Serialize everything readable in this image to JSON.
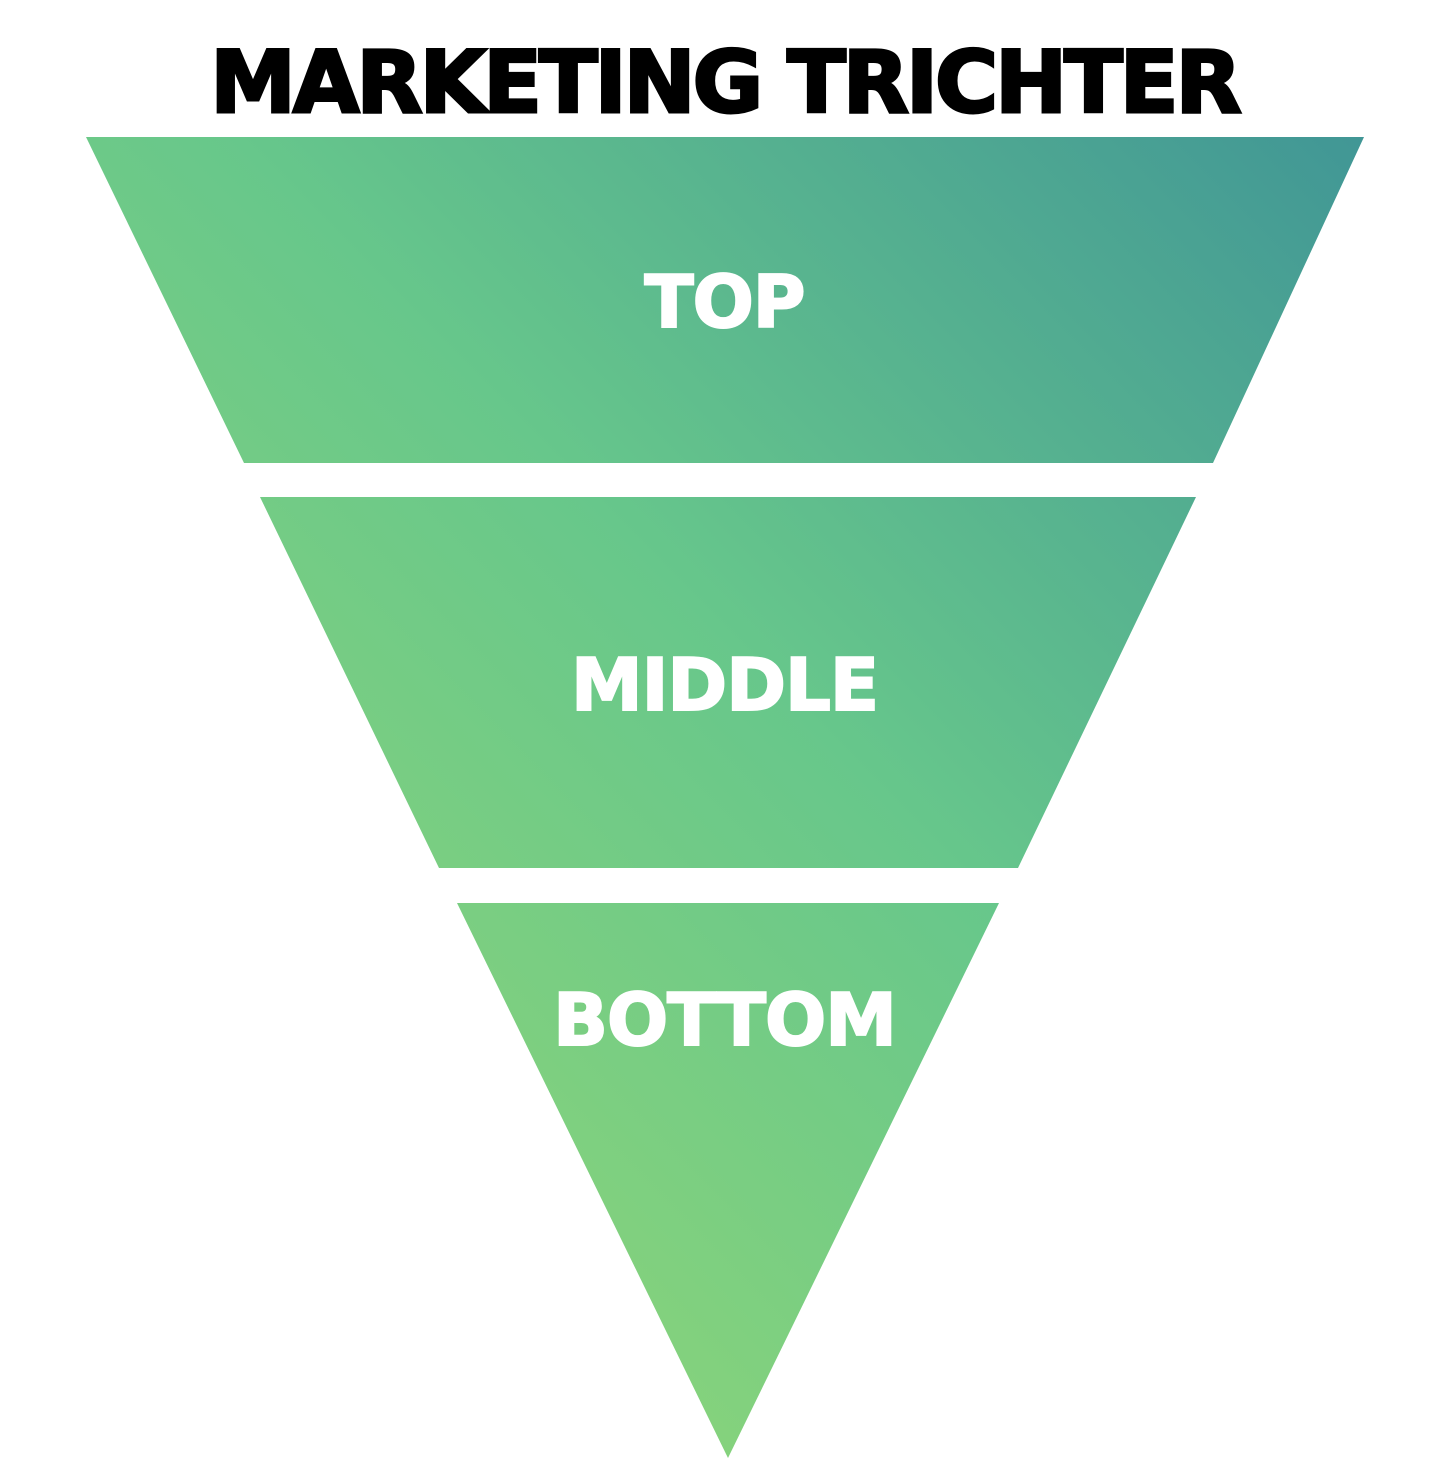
{
  "title": "MARKETING TRICHTER",
  "stages": [
    {
      "label": "TOP"
    },
    {
      "label": "MIDDLE"
    },
    {
      "label": "BOTTOM"
    }
  ],
  "colors": {
    "gradient_start": "#8fd677",
    "gradient_mid": "#66c78c",
    "gradient_end": "#409795",
    "label_text": "#ffffff",
    "title_text": "#000000",
    "background": "#ffffff"
  }
}
